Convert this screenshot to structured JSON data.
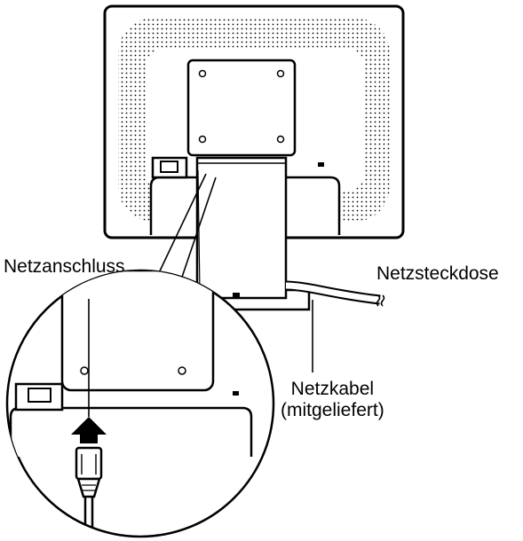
{
  "labels": {
    "power_terminal": "Netzanschluss",
    "power_outlet": "Netzsteckdose",
    "power_cable_line1": "Netzkabel",
    "power_cable_line2": "(mitgeliefert)"
  }
}
